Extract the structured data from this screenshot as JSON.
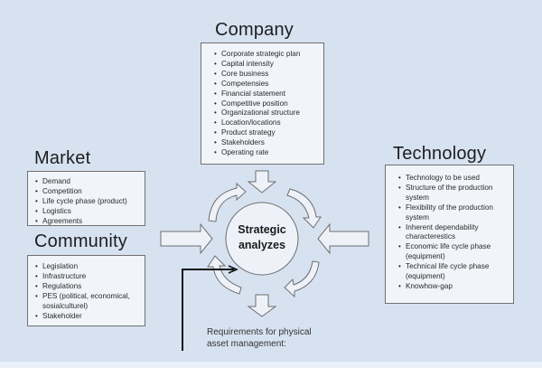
{
  "diagram": {
    "company": {
      "title": "Company",
      "items": [
        "Corporate strategic plan",
        "Capital intensity",
        "Core business",
        "Competensies",
        "Financial statement",
        "Competitive position",
        "Organizational structure",
        "Location/locations",
        "Product strategy",
        "Stakeholders",
        "Operating rate"
      ]
    },
    "market": {
      "title": "Market",
      "items": [
        "Demand",
        "Competition",
        "Life cycle phase (product)",
        "Logistics",
        "Agreements"
      ]
    },
    "community": {
      "title": "Community",
      "items": [
        "Legislation",
        "Infrastructure",
        "Regulations",
        "PES (political, economical, sosialculturel)",
        "Stakeholder"
      ]
    },
    "technology": {
      "title": "Technology",
      "items": [
        "Technology to be used",
        "Structure of the production system",
        "Flexibility of the production system",
        "Inherent  dependability characterestics",
        "Economic life cycle phase (equipment)",
        "Technical life cycle phase (equipment)",
        "Knowhow-gap"
      ]
    },
    "center": {
      "line1": "Strategic",
      "line2": "analyzes"
    },
    "output": {
      "line1": "Requirements for physical",
      "line2": "asset management:"
    },
    "colors": {
      "background": "#d7e2f1",
      "box_fill": "#f1f4f9",
      "box_border": "#707070",
      "arrow_fill": "#eef2f8",
      "arrow_stroke": "#6e6e6e",
      "connector": "#111111"
    }
  }
}
